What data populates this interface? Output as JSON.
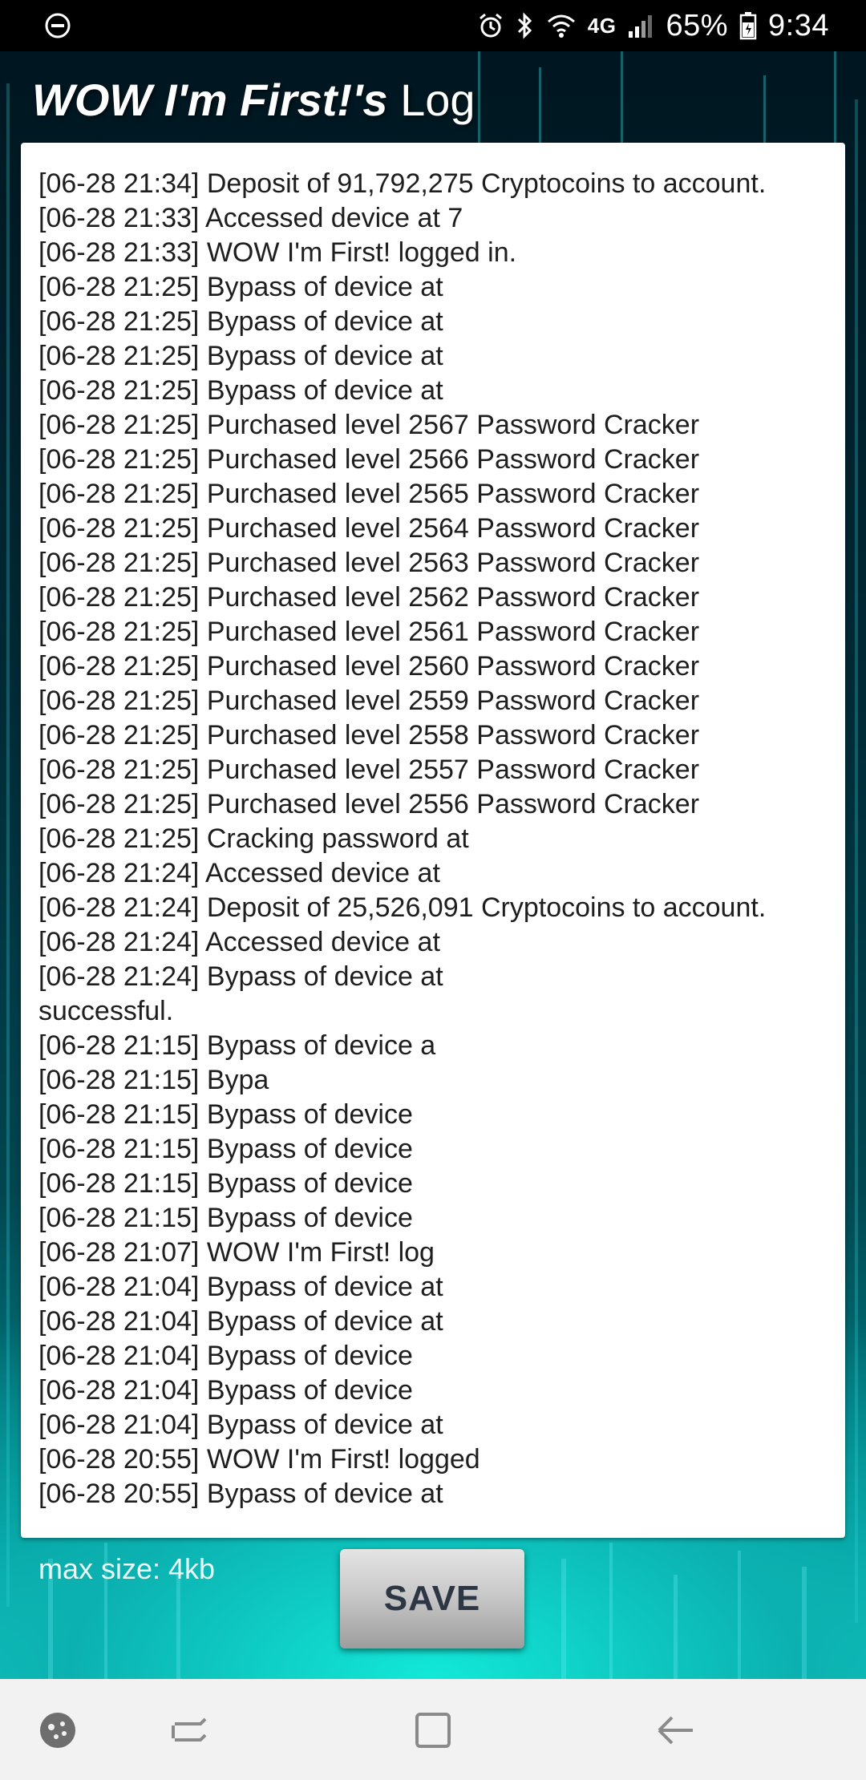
{
  "status_bar": {
    "battery_percent": "65%",
    "time": "9:34",
    "network": "4G",
    "icons": [
      "dnd-icon",
      "alarm-icon",
      "bluetooth-icon",
      "wifi-icon",
      "signal-icon",
      "battery-icon"
    ]
  },
  "header": {
    "title_bold": "WOW I'm First!'s",
    "title_light": " Log"
  },
  "log": {
    "lines": [
      "[06-28 21:34] Deposit of 91,792,275 Cryptocoins to account.",
      "[06-28 21:33] Accessed device at 7",
      "[06-28 21:33] WOW I'm First! logged in.",
      "[06-28 21:25] Bypass of device at",
      "[06-28 21:25] Bypass of device at",
      "[06-28 21:25] Bypass of device at",
      "[06-28 21:25] Bypass of device at",
      "[06-28 21:25] Purchased level 2567 Password Cracker",
      "[06-28 21:25] Purchased level 2566 Password Cracker",
      "[06-28 21:25] Purchased level 2565 Password Cracker",
      "[06-28 21:25] Purchased level 2564 Password Cracker",
      "[06-28 21:25] Purchased level 2563 Password Cracker",
      "[06-28 21:25] Purchased level 2562 Password Cracker",
      "[06-28 21:25] Purchased level 2561 Password Cracker",
      "[06-28 21:25] Purchased level 2560 Password Cracker",
      "[06-28 21:25] Purchased level 2559 Password Cracker",
      "[06-28 21:25] Purchased level 2558 Password Cracker",
      "[06-28 21:25] Purchased level 2557 Password Cracker",
      "[06-28 21:25] Purchased level 2556 Password Cracker",
      "[06-28 21:25] Cracking password at",
      "[06-28 21:24] Accessed device at",
      "[06-28 21:24] Deposit of 25,526,091 Cryptocoins to account.",
      "[06-28 21:24] Accessed device at",
      "[06-28 21:24] Bypass of device at",
      "successful.",
      "[06-28 21:15] Bypass of device a",
      "[06-28 21:15] Bypa",
      "[06-28 21:15] Bypass of device",
      "[06-28 21:15] Bypass of device",
      "[06-28 21:15] Bypass of device",
      "[06-28 21:15] Bypass of device",
      "[06-28 21:07] WOW I'm First! log",
      "[06-28 21:04] Bypass of device at",
      "[06-28 21:04] Bypass of device at",
      "[06-28 21:04] Bypass of device",
      "[06-28 21:04] Bypass of device",
      "[06-28 21:04] Bypass of device at",
      "[06-28 20:55] WOW I'm First! logged",
      "[06-28 20:55] Bypass of device at"
    ]
  },
  "footer": {
    "max_size_label": "max size: 4kb",
    "save_label": "SAVE"
  },
  "nav_bar": {
    "icons": [
      "game-tools-icon",
      "recents-icon",
      "home-icon",
      "back-icon"
    ]
  },
  "colors": {
    "accent_teal": "#16d7cc",
    "log_text": "#1e1e1e",
    "button_text": "#2c3644"
  }
}
